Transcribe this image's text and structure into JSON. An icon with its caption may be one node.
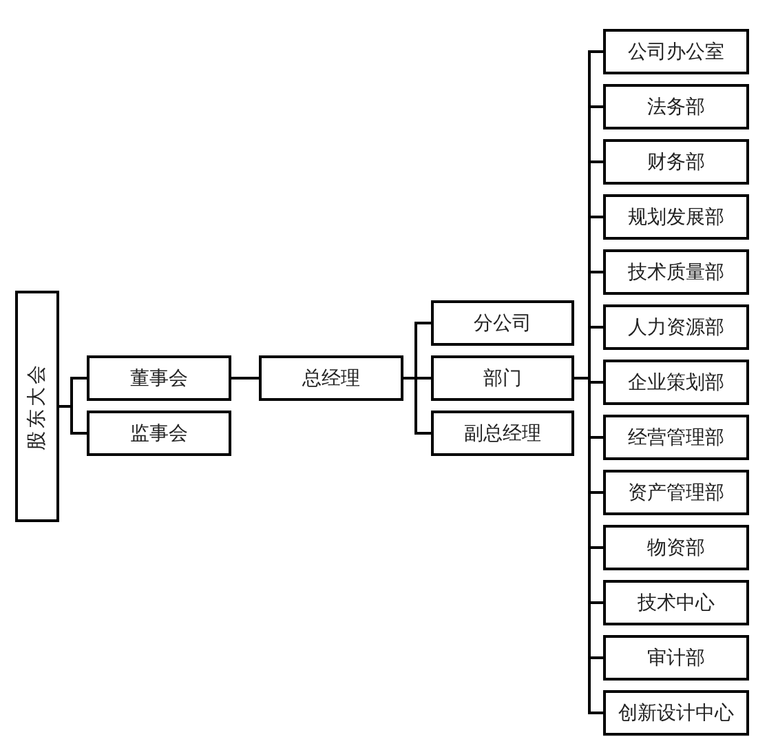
{
  "diagram": {
    "nodes": [
      {
        "text": [
          "股东大会"
        ]
      },
      {
        "text": [
          "董事会"
        ]
      },
      {
        "text": [
          "监事会"
        ]
      },
      {
        "text": [
          "总经理"
        ]
      },
      {
        "text": [
          "分公司"
        ]
      },
      {
        "text": [
          "部门"
        ]
      },
      {
        "text": [
          "副总经理"
        ]
      },
      {
        "text": [
          "公司办公室"
        ]
      },
      {
        "text": [
          "法务部"
        ]
      },
      {
        "text": [
          "财务部"
        ]
      },
      {
        "text": [
          "规划发展部"
        ]
      },
      {
        "text": [
          "技术质量部"
        ]
      },
      {
        "text": [
          "人力资源部"
        ]
      },
      {
        "text": [
          "企业策划部"
        ]
      },
      {
        "text": [
          "经营管理部"
        ]
      },
      {
        "text": [
          "资产管理部"
        ]
      },
      {
        "text": [
          "物资部"
        ]
      },
      {
        "text": [
          "技术中心"
        ]
      },
      {
        "text": [
          "审计部"
        ]
      },
      {
        "text": [
          "创新设计中心"
        ]
      }
    ],
    "edges": [
      {
        "from": 0,
        "to": 1,
        "arrow": "none"
      },
      {
        "from": 0,
        "to": 2,
        "arrow": "none"
      },
      {
        "from": 1,
        "to": 3,
        "arrow": "none"
      },
      {
        "from": 3,
        "to": 4,
        "arrow": "none"
      },
      {
        "from": 3,
        "to": 5,
        "arrow": "none"
      },
      {
        "from": 3,
        "to": 6,
        "arrow": "none"
      },
      {
        "from": 5,
        "to": 7,
        "arrow": "none"
      },
      {
        "from": 5,
        "to": 8,
        "arrow": "none"
      },
      {
        "from": 5,
        "to": 9,
        "arrow": "none"
      },
      {
        "from": 5,
        "to": 10,
        "arrow": "none"
      },
      {
        "from": 5,
        "to": 11,
        "arrow": "none"
      },
      {
        "from": 5,
        "to": 12,
        "arrow": "none"
      },
      {
        "from": 5,
        "to": 13,
        "arrow": "none"
      },
      {
        "from": 5,
        "to": 14,
        "arrow": "none"
      },
      {
        "from": 5,
        "to": 15,
        "arrow": "none"
      },
      {
        "from": 5,
        "to": 16,
        "arrow": "none"
      },
      {
        "from": 5,
        "to": 17,
        "arrow": "none"
      },
      {
        "from": 5,
        "to": 18,
        "arrow": "none"
      },
      {
        "from": 5,
        "to": 19,
        "arrow": "none"
      }
    ]
  }
}
